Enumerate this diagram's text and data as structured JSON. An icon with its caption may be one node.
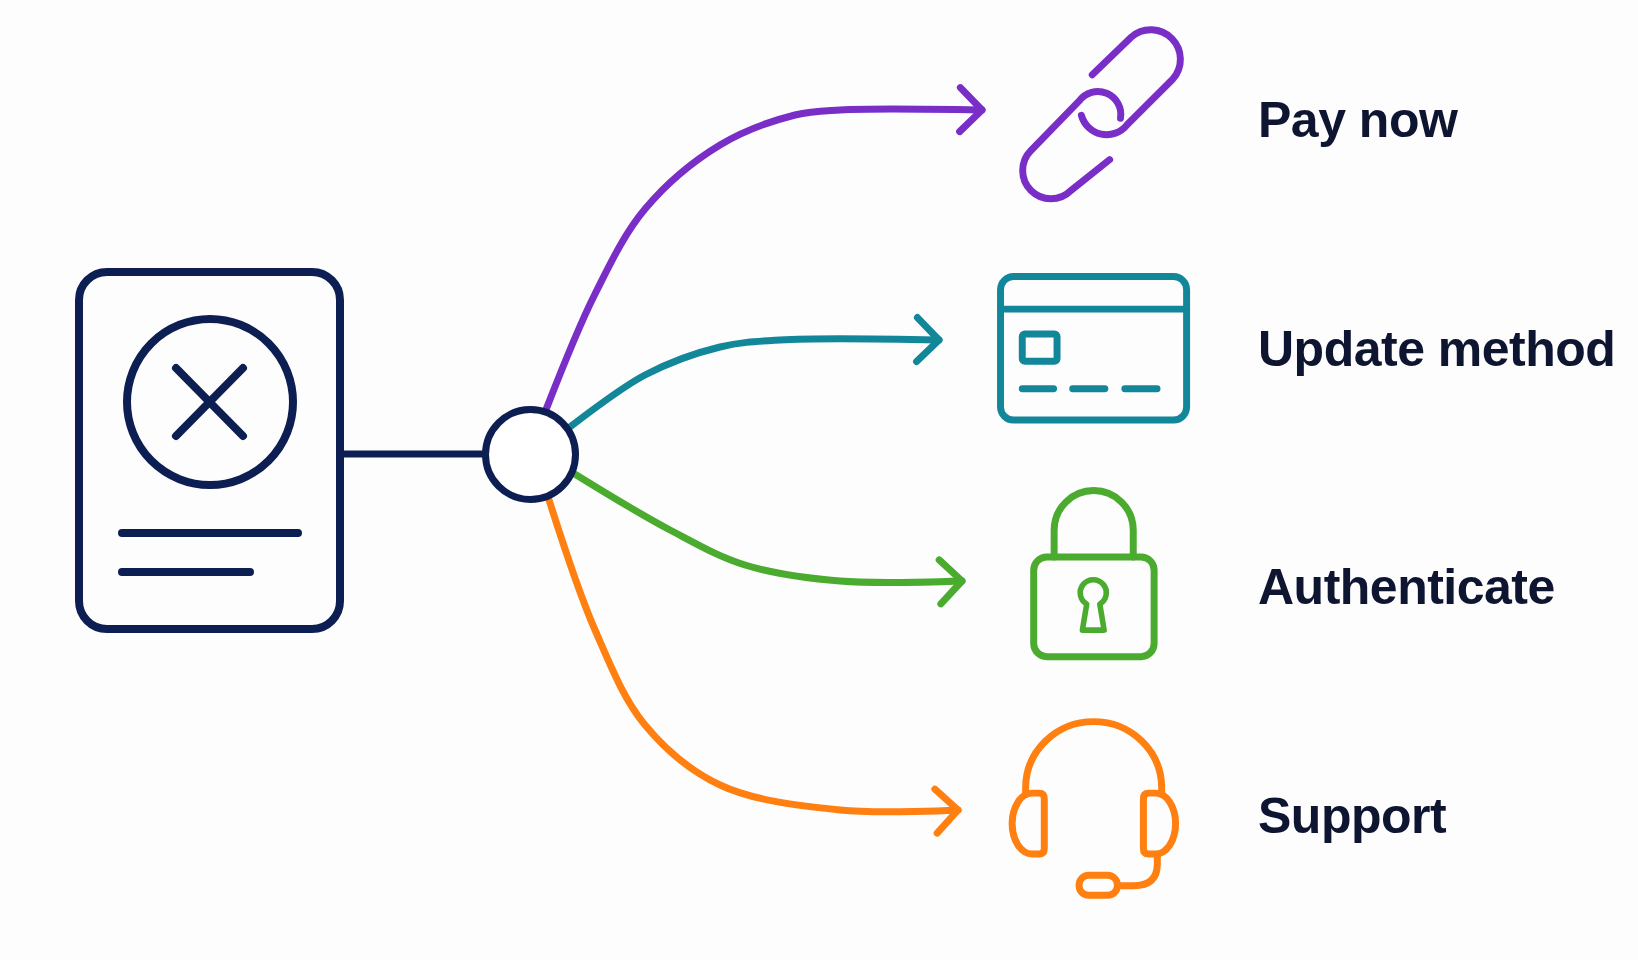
{
  "diagram": {
    "nodes": [
      {
        "text": [],
        "shape": "picture"
      },
      {
        "text": [],
        "shape": "circle"
      },
      {
        "text": [],
        "shape": "picture",
        "beside": [
          "Pay now"
        ]
      },
      {
        "text": [],
        "shape": "picture",
        "beside": [
          "Update method"
        ]
      },
      {
        "text": [],
        "shape": "picture",
        "beside": [
          "Authenticate"
        ]
      },
      {
        "text": [],
        "shape": "picture",
        "beside": [
          "Support"
        ]
      }
    ],
    "edges": [
      {
        "from": 0,
        "to": 1,
        "arrow": "none",
        "color": "#0c1e52"
      },
      {
        "from": 1,
        "to": 2,
        "arrow": "to",
        "color": "#7a2ec8"
      },
      {
        "from": 1,
        "to": 3,
        "arrow": "to",
        "color": "#12879a"
      },
      {
        "from": 1,
        "to": 4,
        "arrow": "to",
        "color": "#4aab2f"
      },
      {
        "from": 1,
        "to": 5,
        "arrow": "to",
        "color": "#ff7f10"
      }
    ]
  }
}
